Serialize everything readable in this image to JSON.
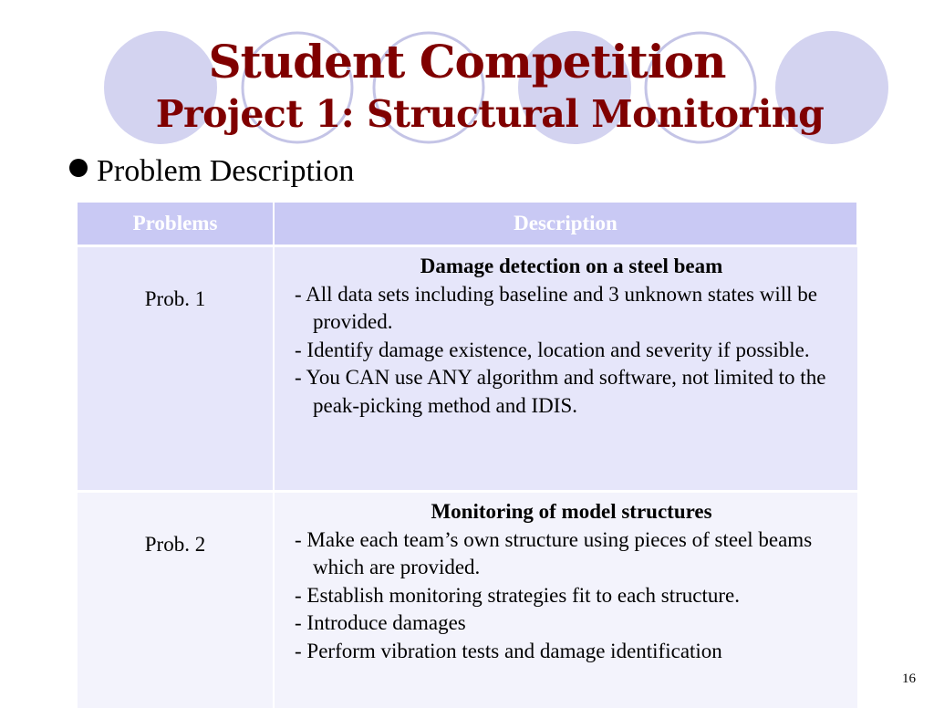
{
  "slide": {
    "title_line1": "Student Competition",
    "title_line2": "Project 1: Structural Monitoring",
    "bullet": "Problem Description",
    "page_number": "16"
  },
  "table": {
    "headers": [
      "Problems",
      "Description"
    ],
    "rows": [
      {
        "problem": "Prob. 1",
        "heading": "Damage detection on a steel beam",
        "items": [
          "- All data sets including baseline and 3 unknown states will be provided.",
          "- Identify damage existence, location and severity if possible.",
          "- You CAN use ANY algorithm and software, not limited to the peak-picking method and IDIS."
        ]
      },
      {
        "problem": "Prob. 2",
        "heading": "Monitoring of model structures",
        "items": [
          "- Make each team’s own structure using pieces of steel beams which are provided.",
          "- Establish monitoring strategies fit to each structure.",
          "- Introduce damages",
          "- Perform vibration tests and damage identification"
        ]
      }
    ]
  },
  "colors": {
    "title": "#800000",
    "header_bg": "#c9c9f4",
    "row1_bg": "#e6e6fa",
    "row2_bg": "#f3f3fc",
    "decor_fill": "#d3d3f0",
    "decor_stroke": "#c4c4e6"
  }
}
